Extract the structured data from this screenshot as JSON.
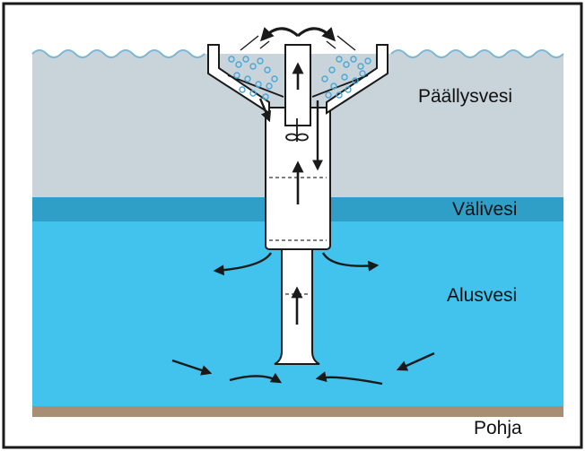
{
  "labels": {
    "surface_water": "Päällysvesi",
    "middle_water": "Välivesi",
    "deep_water": "Alusvesi",
    "bottom": "Pohja"
  },
  "colors": {
    "surface_water": "#c9d3da",
    "middle_water": "#2f9fc8",
    "deep_water": "#41c3ee",
    "bottom": "#a88e73",
    "device_fill": "#ffffff",
    "outline": "#1a1a1a",
    "bubbles": "#4aa8d8"
  },
  "icons": {
    "flow_arrows": "arrow-icon",
    "propeller": "propeller-icon",
    "air_bubbles": "bubble-icon"
  }
}
